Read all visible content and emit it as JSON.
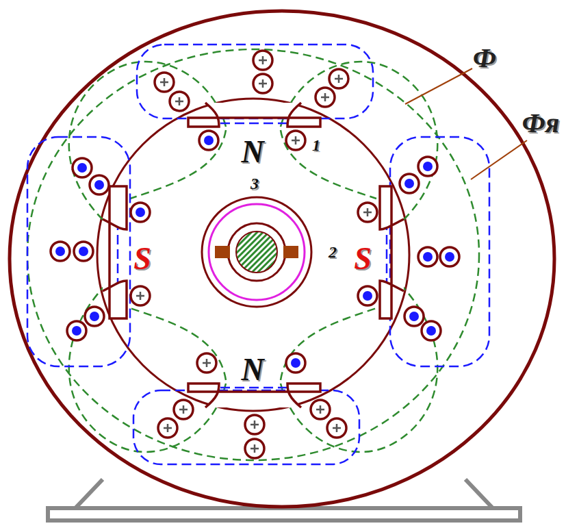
{
  "diagram": {
    "labels": [
      "Ф",
      "Фя",
      "N",
      "1",
      "3",
      "S",
      "2",
      "S",
      "N"
    ]
  }
}
